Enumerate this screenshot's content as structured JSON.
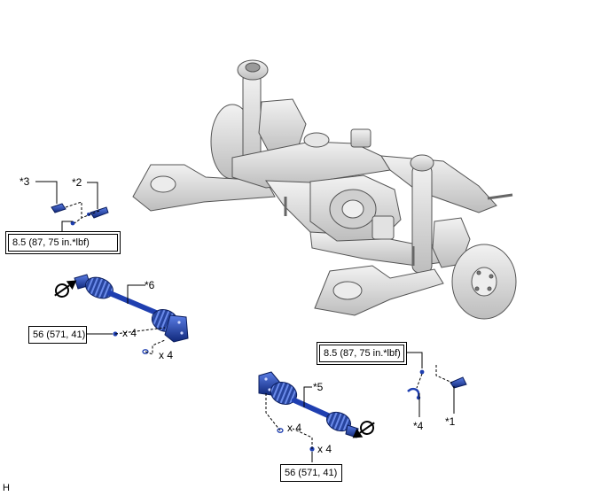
{
  "callouts": {
    "c1": "*1",
    "c2": "*2",
    "c3": "*3",
    "c4": "*4",
    "c5": "*5",
    "c6": "*6"
  },
  "torque": {
    "small_left": "8.5 (87, 75 in.*lbf)",
    "small_right": "8.5 (87, 75 in.*lbf)",
    "large_left": "56 (571, 41)",
    "large_bottom": "56 (571, 41)"
  },
  "qty": {
    "left_top": "x 4",
    "left_bottom": "x 4",
    "bottom_top": "x 4",
    "bottom_bottom": "x 4"
  },
  "corner_code": "H",
  "colors": {
    "part_blue": "#1f3fb0",
    "part_blue_light": "#4f74e0",
    "assembly_grey": "#d8d8d8",
    "assembly_outline": "#555555"
  },
  "icons": [
    "torque-direction-icon"
  ]
}
